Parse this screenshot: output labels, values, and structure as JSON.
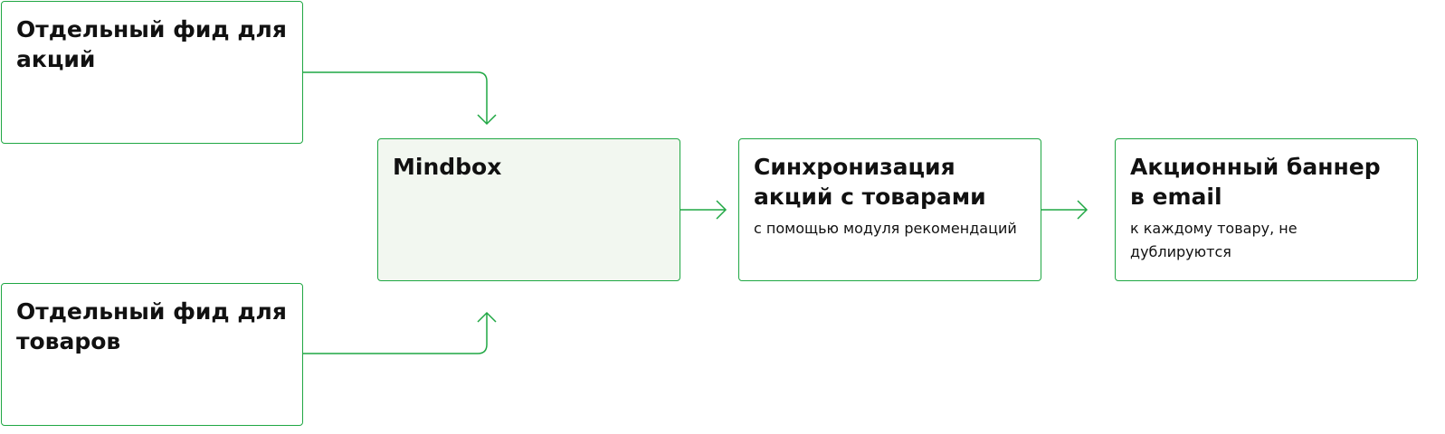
{
  "boxes": {
    "promo_feed": {
      "title": "Отдельный фид для акций"
    },
    "goods_feed": {
      "title": "Отдельный фид для товаров"
    },
    "mindbox": {
      "title": "Mindbox"
    },
    "sync": {
      "title": "Синхронизация акций с товарами",
      "subtitle": "с помощью модуля рекомендаций"
    },
    "banner": {
      "title": "Акционный баннер в email",
      "subtitle": "к каждому товару, не дублируются"
    }
  },
  "colors": {
    "accent": "#1fa743",
    "highlight_bg": "#f2f7f0",
    "text": "#111111"
  }
}
